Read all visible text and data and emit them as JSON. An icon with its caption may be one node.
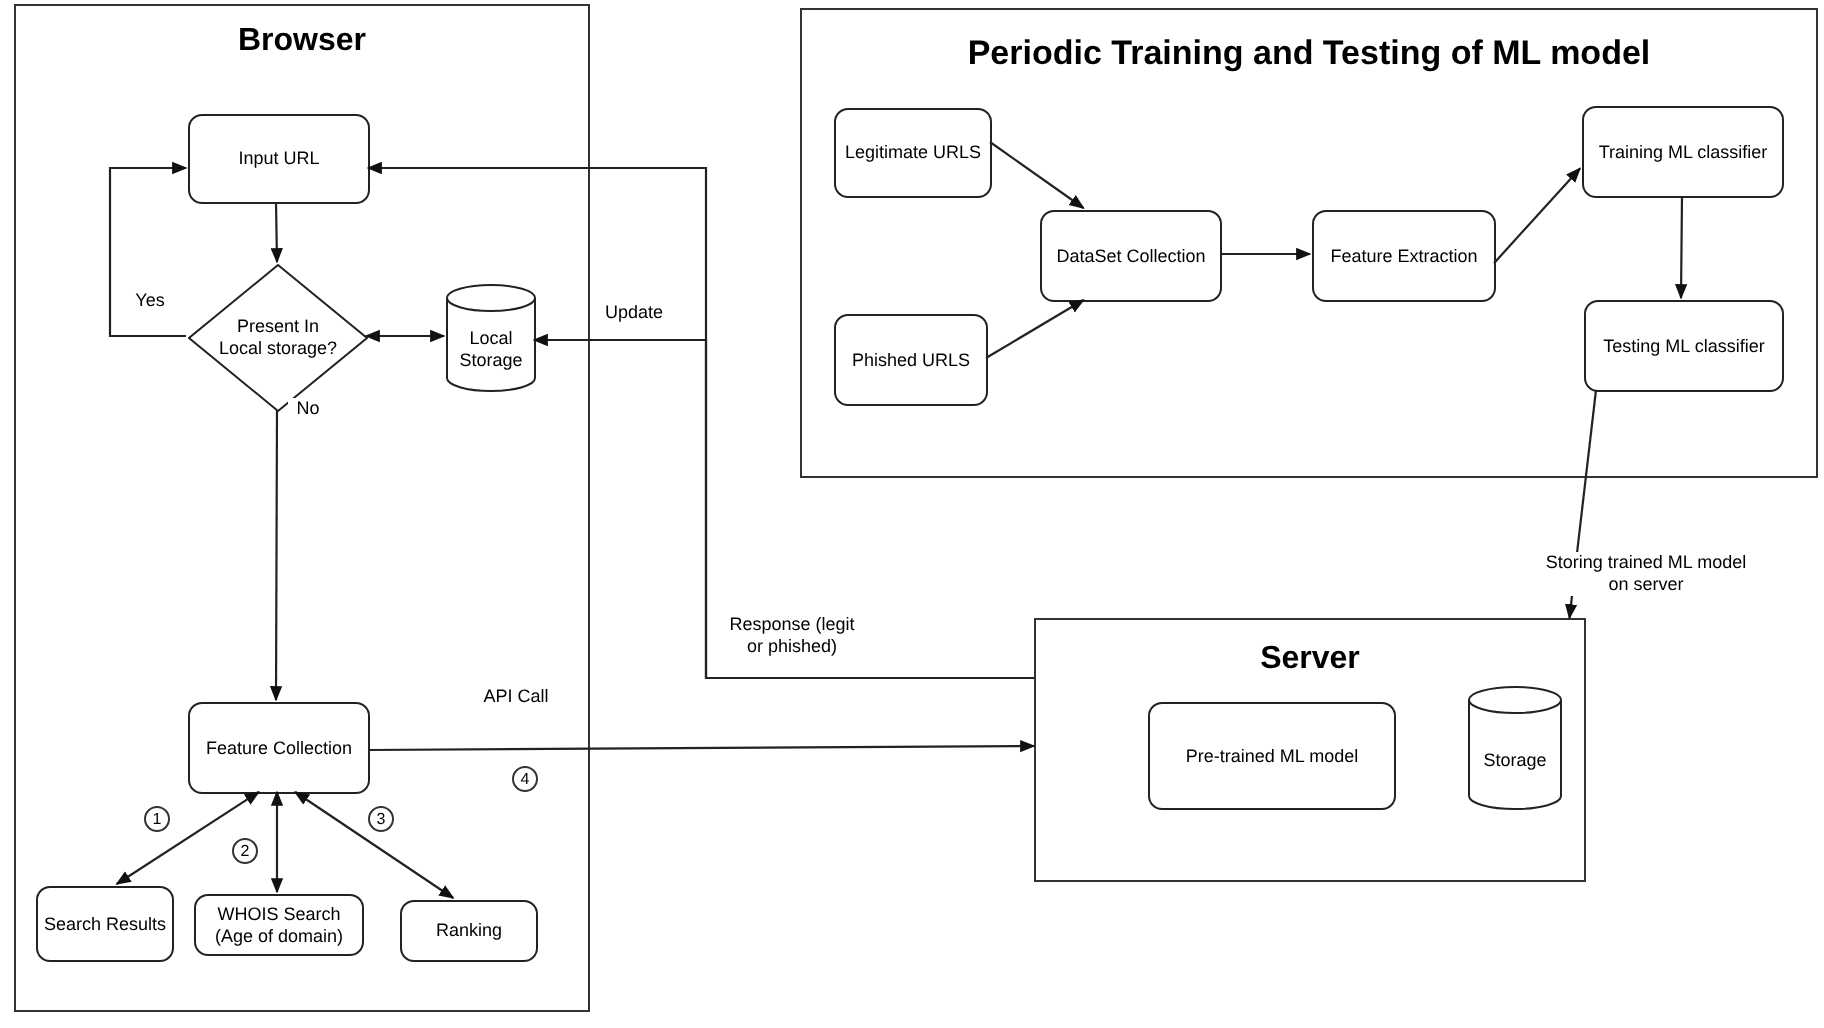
{
  "diagram": {
    "nodes": [
      {
        "text": [
          "Browser"
        ]
      },
      {
        "text": [
          "Input URL"
        ],
        "in": 0
      },
      {
        "text": [
          "Present In Local storage?"
        ],
        "in": 0
      },
      {
        "text": [
          "Local Storage"
        ],
        "in": 0
      },
      {
        "text": [
          "Feature Collection"
        ],
        "in": 0
      },
      {
        "text": [
          "Search Results"
        ],
        "in": 0
      },
      {
        "text": [
          "WHOIS Search (Age of domain)"
        ],
        "in": 0
      },
      {
        "text": [
          "Ranking"
        ],
        "in": 0
      },
      {
        "text": [
          "Periodic Training and Testing of ML model"
        ]
      },
      {
        "text": [
          "Legitimate URLS"
        ],
        "in": 8
      },
      {
        "text": [
          "Phished URLS"
        ],
        "in": 8
      },
      {
        "text": [
          "DataSet Collection"
        ],
        "in": 8
      },
      {
        "text": [
          "Feature Extraction"
        ],
        "in": 8
      },
      {
        "text": [
          "Training ML classifier"
        ],
        "in": 8
      },
      {
        "text": [
          "Testing ML classifier"
        ],
        "in": 8
      },
      {
        "text": [
          "Server"
        ]
      },
      {
        "text": [
          "Pre-trained ML model"
        ],
        "in": 15
      },
      {
        "text": [
          "Storage"
        ],
        "in": 15
      }
    ],
    "edges": [
      {
        "from": 1,
        "to": 2,
        "arrow": "to"
      },
      {
        "from": 2,
        "to": 1,
        "arrow": "to",
        "label": "Yes"
      },
      {
        "from": 2,
        "to": 3,
        "arrow": "both"
      },
      {
        "from": 2,
        "to": 4,
        "arrow": "to",
        "label": "No"
      },
      {
        "from": 4,
        "to": 5,
        "arrow": "both"
      },
      {
        "from": 4,
        "to": 6,
        "arrow": "both"
      },
      {
        "from": 4,
        "to": 7,
        "arrow": "both"
      },
      {
        "from": 4,
        "to": 15,
        "arrow": "to",
        "label": "API Call"
      },
      {
        "from": 15,
        "to": 1,
        "arrow": "to",
        "label": "Response (legit or phished)"
      },
      {
        "from": 15,
        "to": 3,
        "arrow": "to",
        "label": "Update"
      },
      {
        "from": 9,
        "to": 11,
        "arrow": "to"
      },
      {
        "from": 10,
        "to": 11,
        "arrow": "to"
      },
      {
        "from": 11,
        "to": 12,
        "arrow": "to"
      },
      {
        "from": 12,
        "to": 13,
        "arrow": "to"
      },
      {
        "from": 13,
        "to": 14,
        "arrow": "to"
      },
      {
        "from": 14,
        "to": 15,
        "arrow": "to",
        "label": "Storing trained ML model on server"
      }
    ],
    "labels": [
      "1",
      "2",
      "3",
      "4"
    ]
  }
}
